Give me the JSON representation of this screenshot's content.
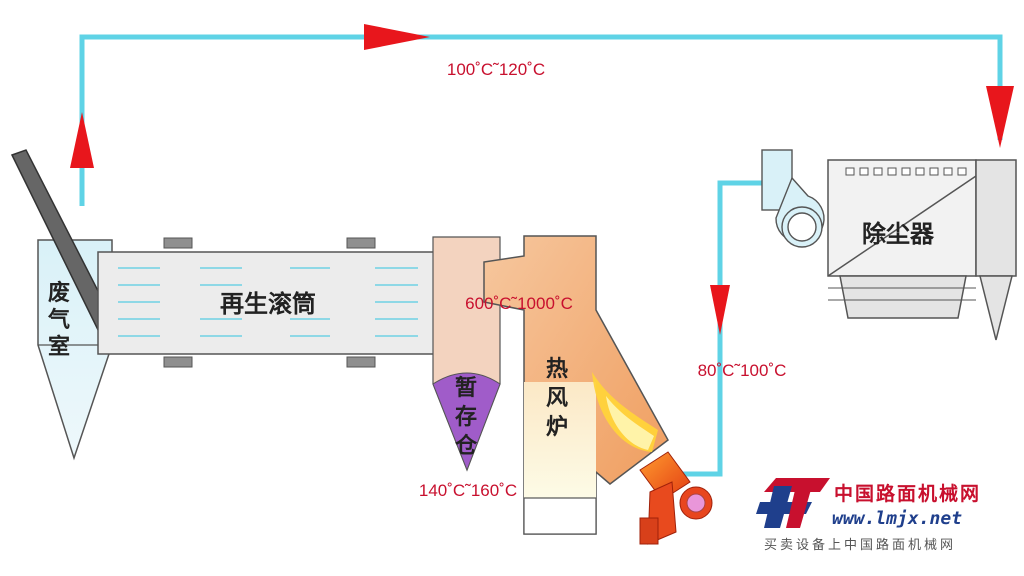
{
  "labels": {
    "waste_gas_chamber": [
      "废",
      "气",
      "室"
    ],
    "drum": "再生滚筒",
    "storage": [
      "暂",
      "存",
      "仓"
    ],
    "hot_air_furnace": [
      "热",
      "风",
      "炉"
    ],
    "dust_collector": "除尘器"
  },
  "temperatures": {
    "top_duct": "100˚C˜120˚C",
    "furnace": "600˚C˜1000˚C",
    "storage_out": "140˚C˜160˚C",
    "to_fan": "80˚C˜100˚C"
  },
  "watermark": {
    "name_cn": "中国路面机械网",
    "url": "www.lmjx.net",
    "footer": "买卖设备上中国路面机械网"
  },
  "colors": {
    "duct": "#5fd3e6",
    "arrow": "#e8161c",
    "drum_fill": "#ececec",
    "storage_fill": "#f3d3bf",
    "storage_cone": "#a05cc9",
    "furnace_fill": "#f3b98b",
    "furnace_lower": "#fbf6d6",
    "chamber_fill": "#dff3f9"
  }
}
